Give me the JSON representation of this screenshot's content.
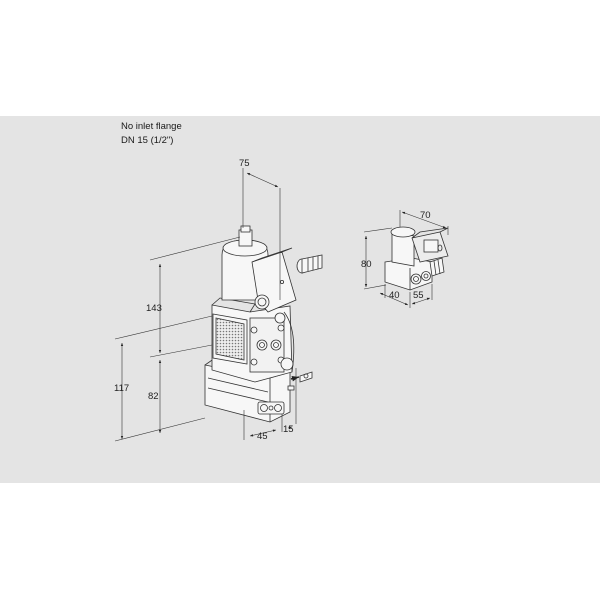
{
  "caption": {
    "line1": "No inlet flange",
    "line2": "DN 15 (1/2\")"
  },
  "main_view": {
    "dimensions": {
      "width_top": "75",
      "height_upper": "143",
      "height_total": "117",
      "height_lower": "82",
      "depth_bottom": "45",
      "offset_bottom": "15"
    }
  },
  "side_view": {
    "dimensions": {
      "width_top": "70",
      "height": "80",
      "depth_left": "40",
      "depth_right": "55"
    }
  },
  "colors": {
    "background": "#ffffff",
    "band": "#e4e4e4",
    "line": "#333333",
    "body_fill": "#f7f7f7"
  }
}
